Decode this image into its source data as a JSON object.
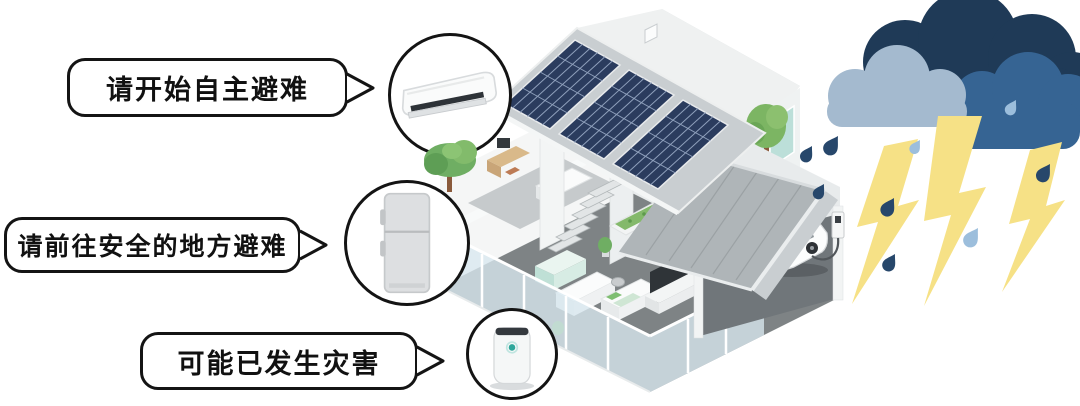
{
  "callouts": [
    {
      "label": "请开始自主避难",
      "target_icon": "air-conditioner-icon"
    },
    {
      "label": "请前往安全的地方避难",
      "target_icon": "refrigerator-icon"
    },
    {
      "label": "可能已发生灾害",
      "target_icon": "air-purifier-icon"
    }
  ],
  "devices": [
    "air-conditioner",
    "refrigerator",
    "air-purifier"
  ],
  "house": {
    "features": [
      "solar-panel-roof",
      "rear-solar-roof",
      "cutaway-interior",
      "stairs",
      "kitchen-island",
      "sofa",
      "bed",
      "tv-unit",
      "robot-vacuum",
      "glass-walls",
      "green-roof-strip",
      "garage",
      "ev-car",
      "ev-charger",
      "trees"
    ]
  },
  "storm": {
    "clouds": [
      "dark-navy",
      "medium-blue",
      "light-blue-gray"
    ],
    "lightning_bolt_count": 3,
    "raindrop_count": 9
  },
  "colors": {
    "outline": "#141414",
    "solar_panel": "#2B3C5E",
    "roof_gray": "#C9CED1",
    "garage_roof": "#AFB5B8",
    "floor_gray": "#7E8385",
    "glass": "#D9E8F0",
    "teal_window": "#BCDFD9",
    "green": "#6FAE63",
    "green_roof": "#84B96B",
    "cloud_dark": "#1F3A57",
    "cloud_medium": "#366493",
    "cloud_light": "#A4BACF",
    "lightning": "#F6E186",
    "rain_dark": "#27476B",
    "rain_light": "#9CBEDC",
    "purifier_led": "#2FA79B"
  }
}
